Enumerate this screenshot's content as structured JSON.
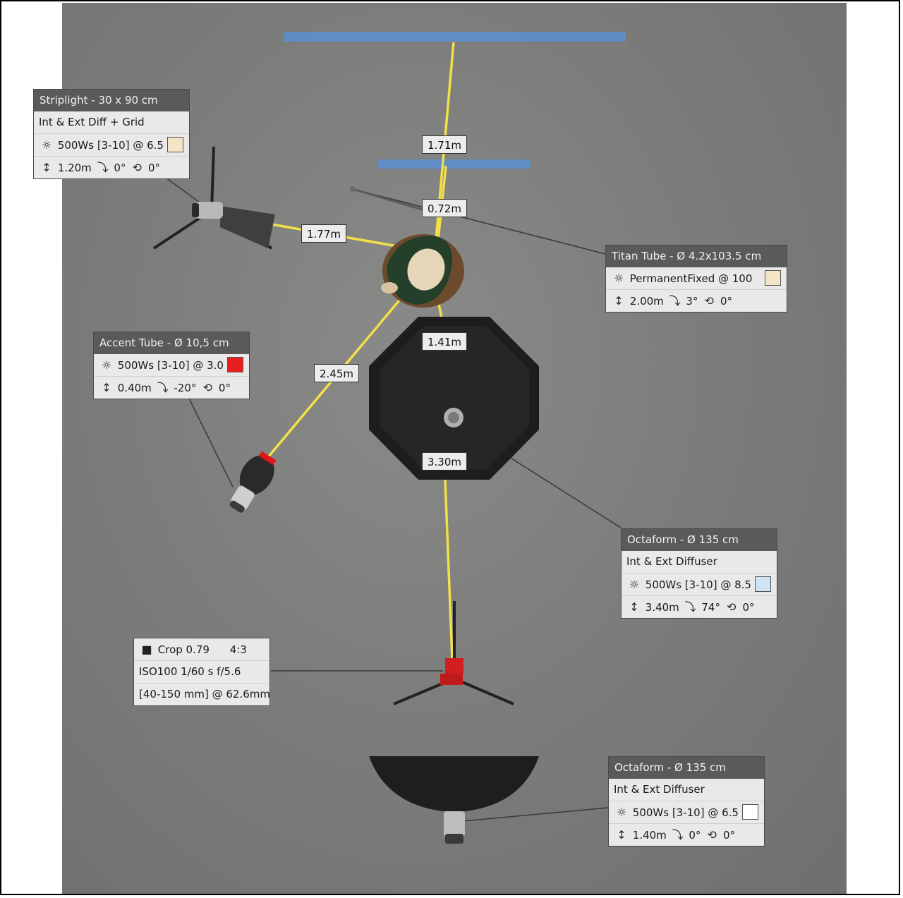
{
  "scene": {
    "colors": {
      "beam": "#f2e04a",
      "backdrop_bar": "#5b8fd0",
      "floor": "#7d7d7b",
      "label_header": "#5a5a5a",
      "label_body": "#e9e9e9"
    }
  },
  "distances": [
    "1.71m",
    "0.72m",
    "1.77m",
    "1.41m",
    "2.45m",
    "3.30m"
  ],
  "lights": {
    "striplight": {
      "title": "Striplight - 30 x 90 cm",
      "modifier": "Int & Ext Diff + Grid",
      "power": "500Ws [3-10] @ 6.5",
      "height": "1.20m",
      "tilt": "0°",
      "rotation": "0°",
      "swatch": "#f3e4c6"
    },
    "titan": {
      "title": "Titan Tube - Ø 4.2x103.5 cm",
      "power": "PermanentFixed @ 100",
      "height": "2.00m",
      "tilt": "3°",
      "rotation": "0°",
      "swatch": "#f3e4c6"
    },
    "accent": {
      "title": "Accent Tube - Ø 10,5 cm",
      "power": "500Ws [3-10] @ 3.0",
      "height": "0.40m",
      "tilt": "-20°",
      "rotation": "0°",
      "swatch": "#e81f1f"
    },
    "octa_main": {
      "title": "Octaform - Ø 135 cm",
      "modifier": "Int & Ext Diffuser",
      "power": "500Ws [3-10] @ 8.5",
      "height": "3.40m",
      "tilt": "74°",
      "rotation": "0°",
      "swatch": "#cfe3f5"
    },
    "octa_bottom": {
      "title": "Octaform - Ø 135 cm",
      "modifier": "Int & Ext Diffuser",
      "power": "500Ws [3-10] @ 6.5",
      "height": "1.40m",
      "tilt": "0°",
      "rotation": "0°",
      "swatch": "#ffffff"
    }
  },
  "camera": {
    "crop": "Crop 0.79",
    "aspect": "4:3",
    "exposure": "ISO100 1/60 s f/5.6",
    "lens": "[40-150 mm] @ 62.6mm"
  },
  "icons": {
    "power": "sun-icon",
    "height": "height-arrows-icon",
    "tilt": "tilt-icon",
    "rotation": "rotation-icon",
    "camera": "camera-icon"
  }
}
